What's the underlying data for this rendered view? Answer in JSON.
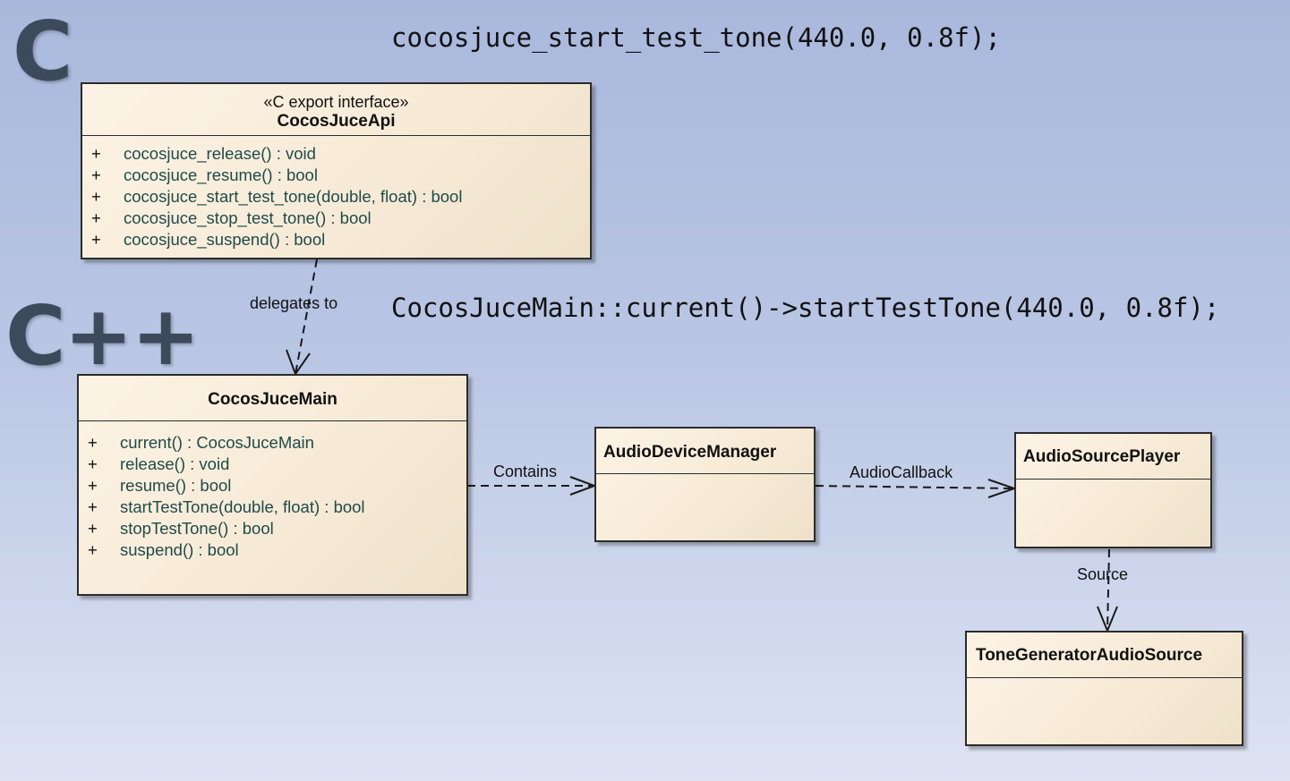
{
  "lang_c": "C",
  "lang_cpp": "C++",
  "code_c": "cocosjuce_start_test_tone(440.0, 0.8f);",
  "code_cpp": "CocosJuceMain::current()->startTestTone(440.0, 0.8f);",
  "classes": {
    "api": {
      "stereotype": "«C export interface»",
      "name": "CocosJuceApi",
      "members": [
        {
          "vis": "+",
          "sig": "cocosjuce_release() : void"
        },
        {
          "vis": "+",
          "sig": "cocosjuce_resume() : bool"
        },
        {
          "vis": "+",
          "sig": "cocosjuce_start_test_tone(double, float) : bool"
        },
        {
          "vis": "+",
          "sig": "cocosjuce_stop_test_tone() : bool"
        },
        {
          "vis": "+",
          "sig": "cocosjuce_suspend() : bool"
        }
      ]
    },
    "main": {
      "name": "CocosJuceMain",
      "members": [
        {
          "vis": "+",
          "sig": "current() : CocosJuceMain"
        },
        {
          "vis": "+",
          "sig": "release() : void"
        },
        {
          "vis": "+",
          "sig": "resume() : bool"
        },
        {
          "vis": "+",
          "sig": "startTestTone(double, float) : bool"
        },
        {
          "vis": "+",
          "sig": "stopTestTone() : bool"
        },
        {
          "vis": "+",
          "sig": "suspend() : bool"
        }
      ]
    },
    "device_manager": {
      "name": "AudioDeviceManager"
    },
    "source_player": {
      "name": "AudioSourcePlayer"
    },
    "tone_generator": {
      "name": "ToneGeneratorAudioSource"
    }
  },
  "edges": {
    "delegates": "delegates to",
    "contains": "Contains",
    "callback": "AudioCallback",
    "source": "Source"
  }
}
